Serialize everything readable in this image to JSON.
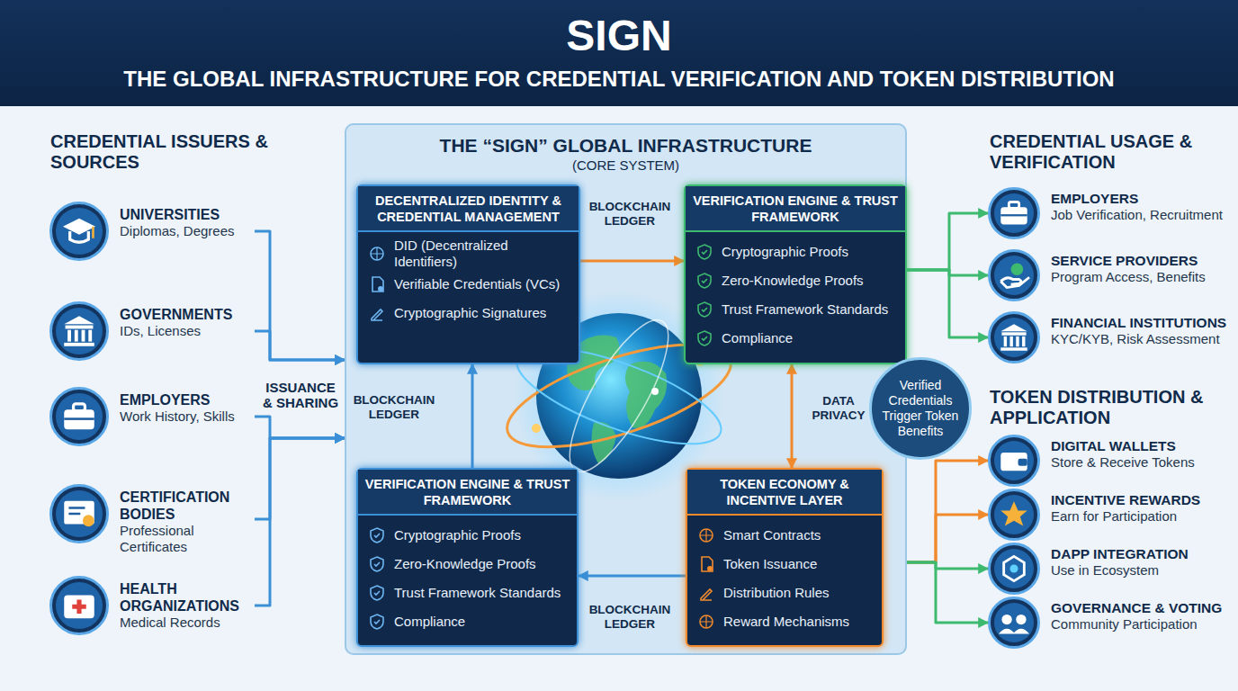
{
  "diagram": {
    "title": "SIGN",
    "nodes": [
      {
        "text": [
          "UNIVERSITIES",
          "Diplomas, Degrees"
        ]
      },
      {
        "text": [
          "GOVERNMENTS",
          "IDs, Licenses"
        ]
      },
      {
        "text": [
          "EMPLOYERS",
          "Work History, Skills"
        ]
      },
      {
        "text": [
          "CERTIFICATION BODIES",
          "Professional Certificates"
        ]
      },
      {
        "text": [
          "HEALTH ORGANIZATIONS",
          "Medical Records"
        ]
      },
      {
        "text": [
          "THE “SIGN” GLOBAL INFRASTRUCTURE",
          "(CORE SYSTEM)"
        ]
      },
      {
        "text": [
          "DECENTRALIZED IDENTITY & CREDENTIAL MANAGEMENT",
          "DID (Decentralized Identifiers)",
          "Verifiable Credentials (VCs)",
          "Cryptographic Signatures"
        ],
        "in": 5
      },
      {
        "text": [
          "VERIFICATION ENGINE & TRUST FRAMEWORK",
          "Cryptographic Proofs",
          "Zero-Knowledge Proofs",
          "Trust Framework Standards",
          "Compliance"
        ],
        "in": 5
      },
      {
        "text": [
          "VERIFICATION ENGINE & TRUST FRAMEWORK",
          "Cryptographic Proofs",
          "Zero-Knowledge Proofs",
          "Trust Framework Standards",
          "Compliance"
        ],
        "in": 5
      },
      {
        "text": [
          "TOKEN ECONOMY & INCENTIVE LAYER",
          "Smart Contracts",
          "Token Issuance",
          "Distribution Rules",
          "Reward Mechanisms"
        ],
        "in": 5
      },
      {
        "text": [
          "EMPLOYERS",
          "Job Verification, Recruitment"
        ]
      },
      {
        "text": [
          "SERVICE PROVIDERS",
          "Program Access, Benefits"
        ]
      },
      {
        "text": [
          "FINANCIAL INSTITUTIONS",
          "KYC/KYB, Risk Assessment"
        ]
      },
      {
        "text": [
          "Verified Credentials Trigger Token Benefits"
        ]
      },
      {
        "text": [
          "DIGITAL WALLETS",
          "Store & Receive Tokens"
        ]
      },
      {
        "text": [
          "INCENTIVE REWARDS",
          "Earn for Participation"
        ]
      },
      {
        "text": [
          "DAPP INTEGRATION",
          "Use in Ecosystem"
        ]
      },
      {
        "text": [
          "GOVERNANCE & VOTING",
          "Community Participation"
        ]
      }
    ],
    "edges": [
      {
        "from": 0,
        "to": 5,
        "arrow": "to"
      },
      {
        "from": 1,
        "to": 5,
        "arrow": "to"
      },
      {
        "from": 2,
        "to": 5,
        "arrow": "to"
      },
      {
        "from": 3,
        "to": 5,
        "arrow": "to"
      },
      {
        "from": 4,
        "to": 5,
        "arrow": "to"
      },
      {
        "from": 6,
        "to": 7,
        "arrow": "to"
      },
      {
        "from": 7,
        "to": 9,
        "arrow": "both"
      },
      {
        "from": 9,
        "to": 8,
        "arrow": "to"
      },
      {
        "from": 8,
        "to": 6,
        "arrow": "to"
      },
      {
        "from": 5,
        "to": 10,
        "arrow": "to"
      },
      {
        "from": 5,
        "to": 11,
        "arrow": "to"
      },
      {
        "from": 5,
        "to": 12,
        "arrow": "to"
      },
      {
        "from": 5,
        "to": 14,
        "arrow": "to"
      },
      {
        "from": 5,
        "to": 15,
        "arrow": "to"
      },
      {
        "from": 5,
        "to": 16,
        "arrow": "to"
      },
      {
        "from": 5,
        "to": 17,
        "arrow": "to"
      }
    ],
    "labels": [
      "THE GLOBAL INFRASTRUCTURE FOR CREDENTIAL VERIFICATION AND TOKEN DISTRIBUTION",
      "CREDENTIAL ISSUERS & SOURCES",
      "ISSUANCE & SHARING",
      "BLOCKCHAIN LEDGER",
      "BLOCKCHAIN LEDGER",
      "BLOCKCHAIN LEDGER",
      "DATA PRIVACY",
      "CREDENTIAL USAGE & VERIFICATION",
      "TOKEN DISTRIBUTION & APPLICATION"
    ]
  }
}
